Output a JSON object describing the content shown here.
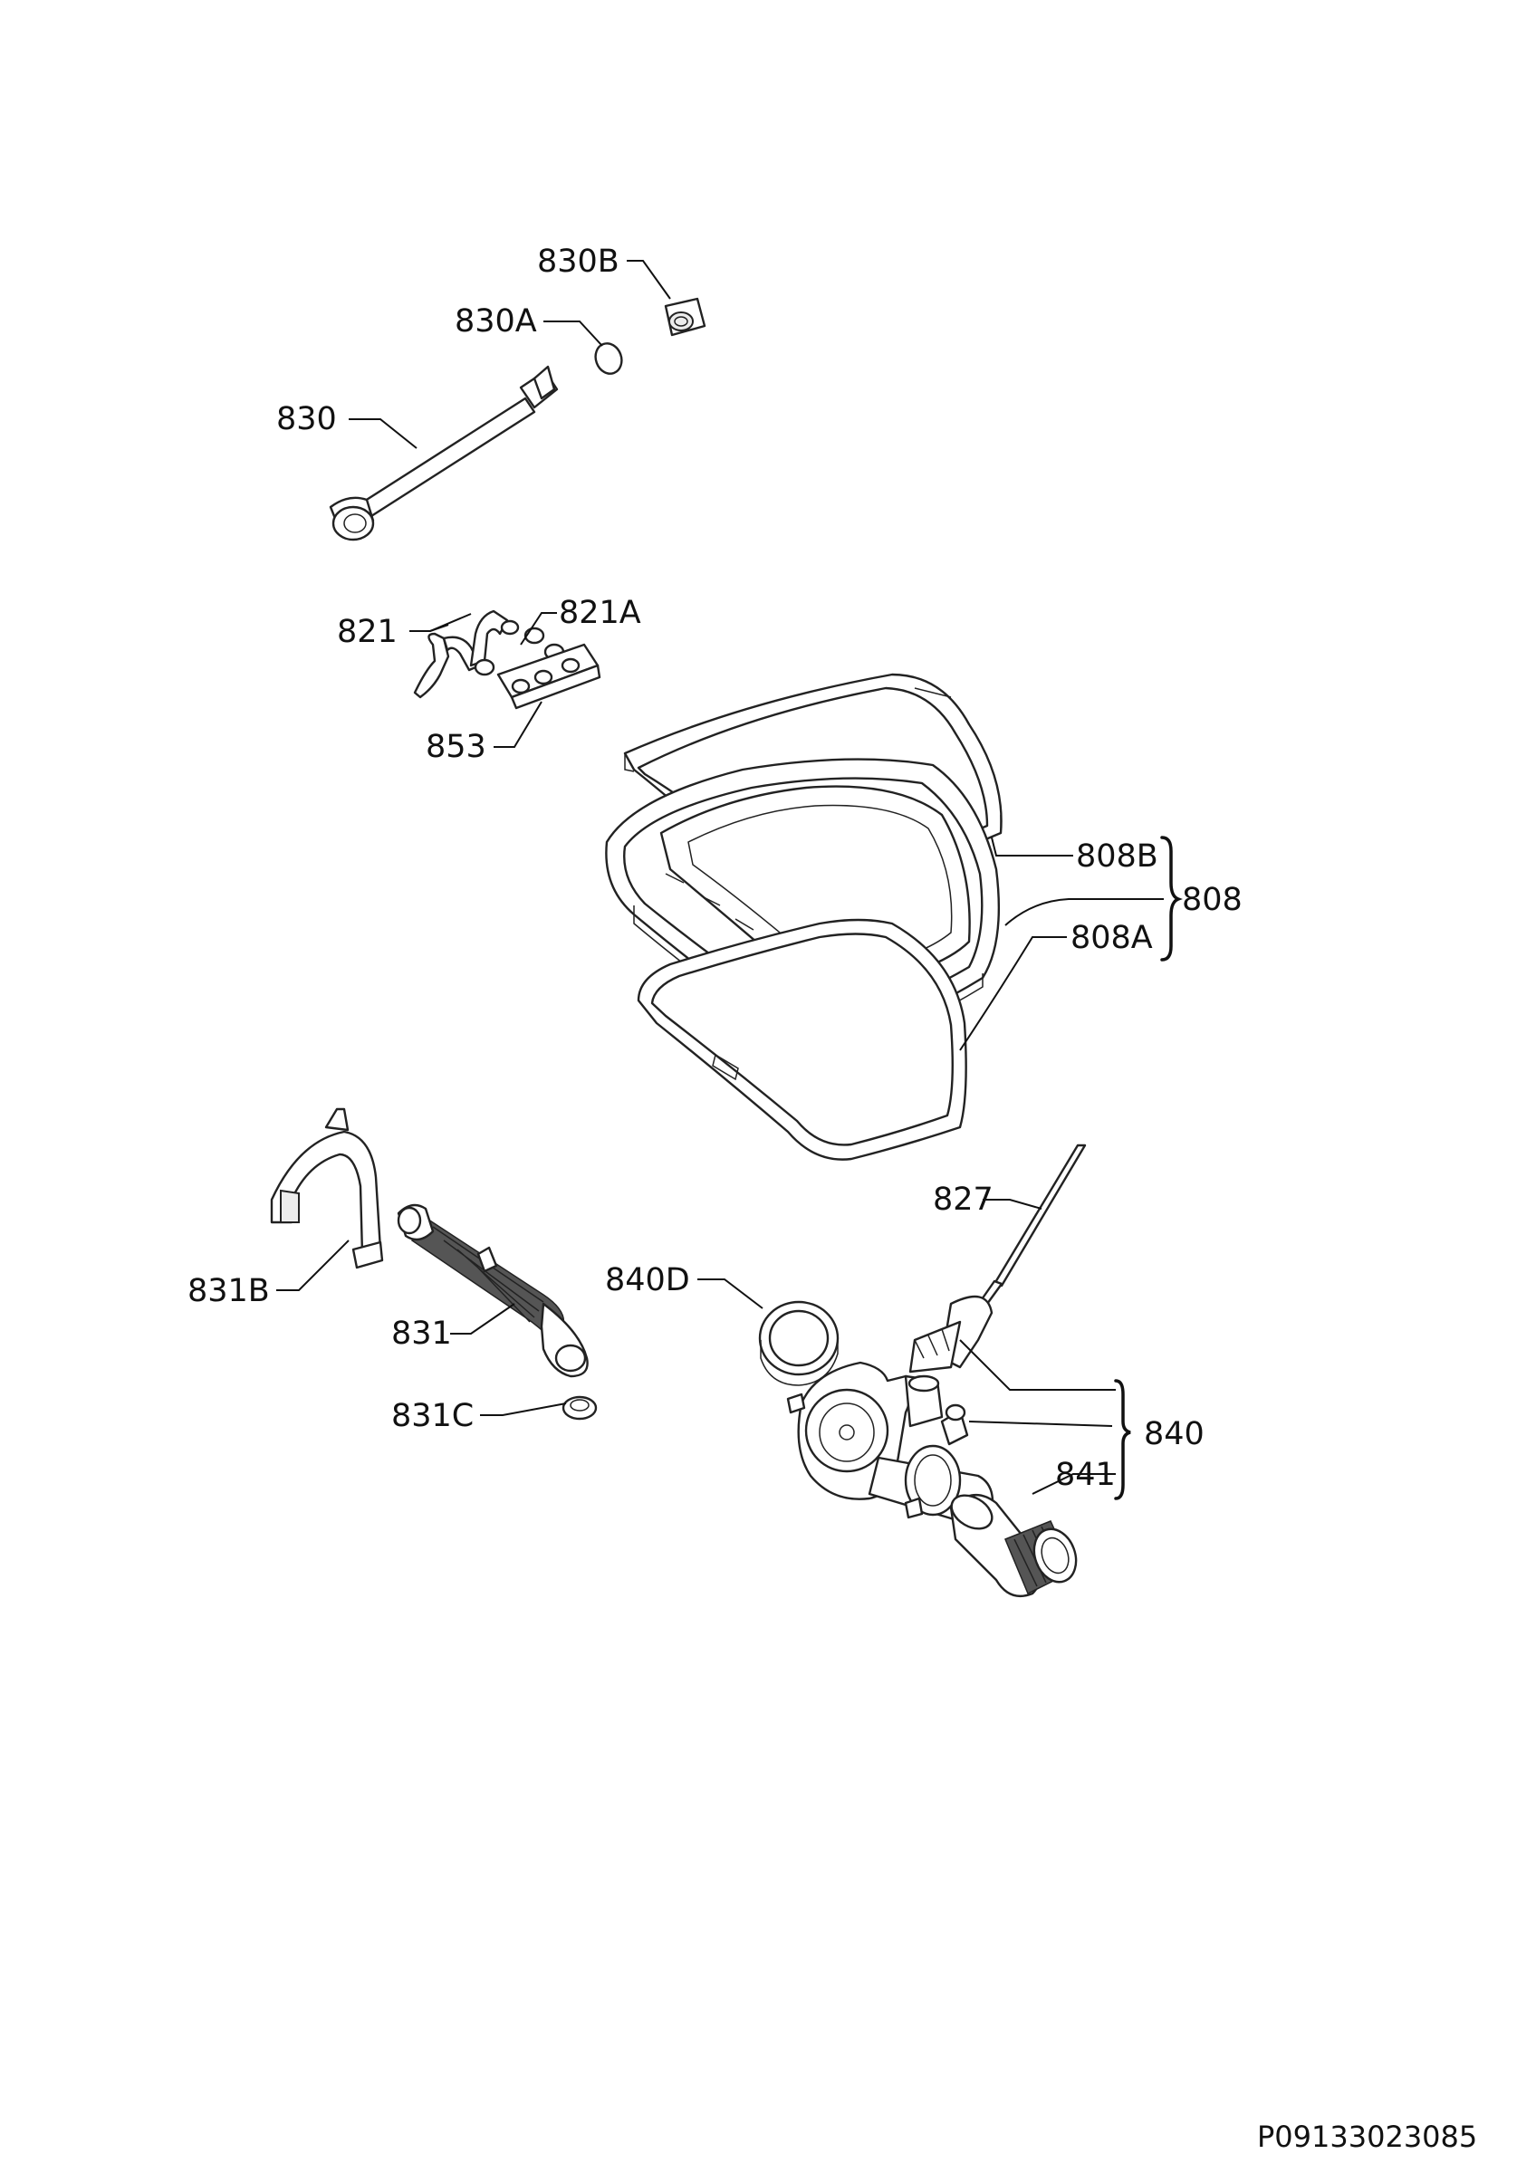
{
  "labels": {
    "p830B": "830B",
    "p830A": "830A",
    "p830": "830",
    "p821": "821",
    "p821A": "821A",
    "p853": "853",
    "p808B": "808B",
    "p808": "808",
    "p808A": "808A",
    "p827": "827",
    "p831B": "831B",
    "p840D": "840D",
    "p831": "831",
    "p840": "840",
    "p841": "841",
    "p831C": "831C"
  },
  "document_code": "P09133023085"
}
